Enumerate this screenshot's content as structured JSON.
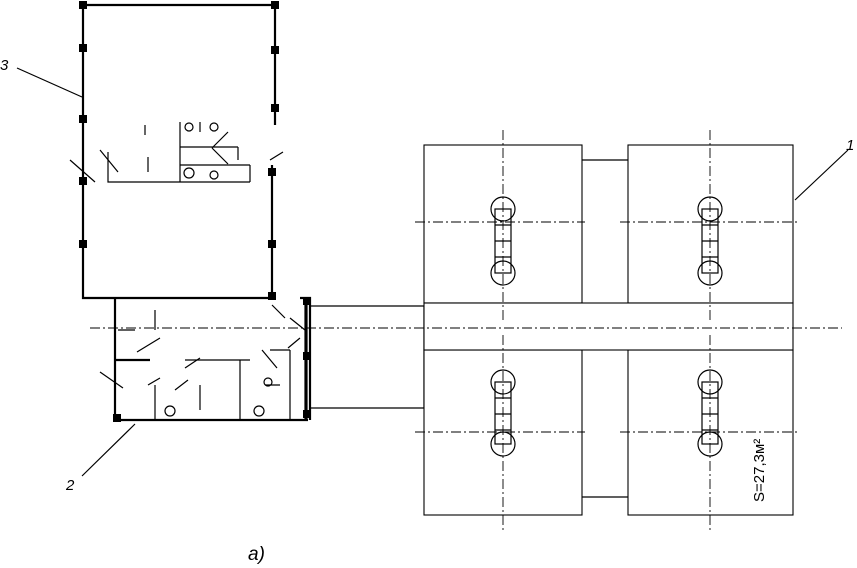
{
  "labels": {
    "building_3": "3",
    "module_1": "1",
    "building_2": "2"
  },
  "area_label": "S=27,3м²",
  "caption": "а)"
}
